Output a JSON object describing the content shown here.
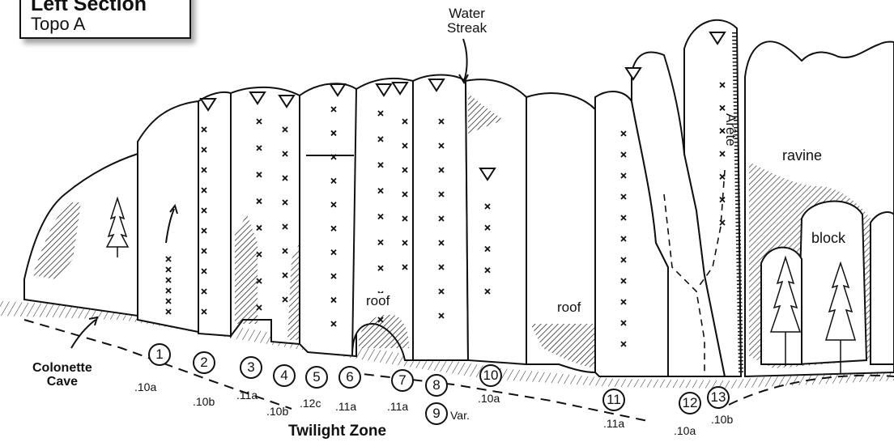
{
  "title": {
    "main": "Left Section",
    "sub": "Topo A"
  },
  "labels": {
    "water_streak": "Water\nStreak",
    "arete": "Arête",
    "ravine": "ravine",
    "block": "block",
    "roof_left": "roof",
    "roof_right": "roof",
    "colonette_cave": "Colonette\nCave",
    "twilight_zone": "Twilight Zone"
  },
  "routes": [
    {
      "number": "1",
      "grade": ".10a"
    },
    {
      "number": "2",
      "grade": ".10b"
    },
    {
      "number": "3",
      "grade": ".11a"
    },
    {
      "number": "4",
      "grade": ".10b"
    },
    {
      "number": "5",
      "grade": ".12c"
    },
    {
      "number": "6",
      "grade": ".11a"
    },
    {
      "number": "7",
      "grade": ".11a"
    },
    {
      "number": "8",
      "grade": ""
    },
    {
      "number": "9",
      "grade": "Var."
    },
    {
      "number": "10",
      "grade": ".10a"
    },
    {
      "number": "11",
      "grade": ".11a"
    },
    {
      "number": "12",
      "grade": ".10a"
    },
    {
      "number": "13",
      "grade": ".10b"
    }
  ]
}
